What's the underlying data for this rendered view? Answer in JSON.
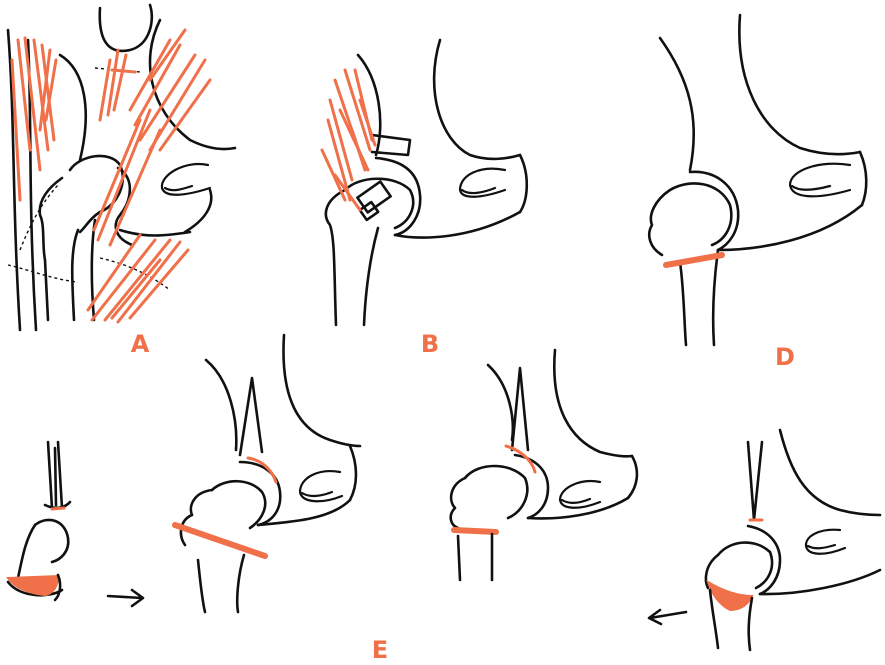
{
  "labels": {
    "panel_a": "A",
    "panel_b": "B",
    "panel_d": "D",
    "panel_e": "E"
  },
  "colors": {
    "accent": "#f0704a",
    "ink": "#111111",
    "background": "#ffffff"
  }
}
